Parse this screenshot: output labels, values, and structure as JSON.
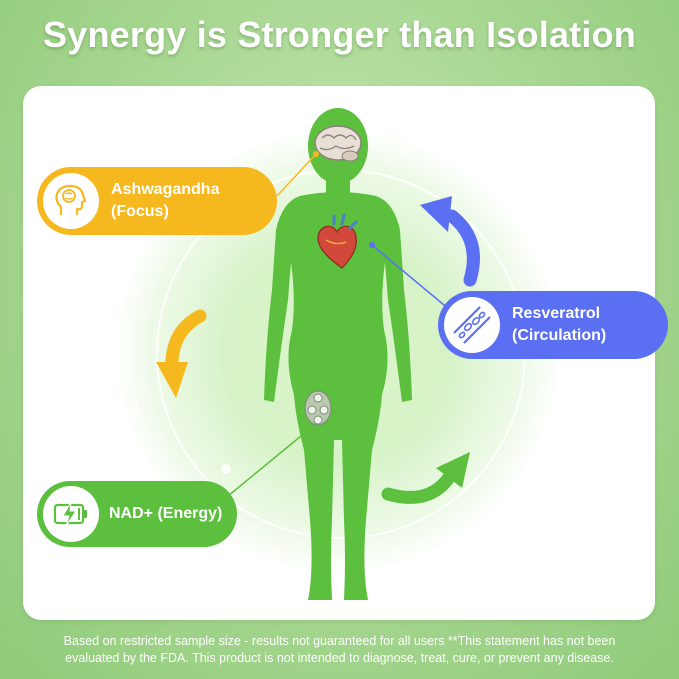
{
  "title": "Synergy is Stronger than Isolation",
  "labels": {
    "ashwagandha": {
      "line1": "Ashwagandha",
      "line2": "(Focus)",
      "color": "#f6b81f",
      "icon": "brain-head-icon"
    },
    "resveratrol": {
      "line1": "Resveratrol",
      "line2": "(Circulation)",
      "color": "#5b6ff3",
      "icon": "blood-vessel-icon"
    },
    "nad": {
      "line1": "NAD+ (Energy)",
      "color": "#5cbf3d",
      "icon": "battery-charge-icon"
    }
  },
  "figure": {
    "body_color": "#5cbf3d",
    "organs": [
      "brain-icon",
      "heart-icon",
      "cell-icon"
    ]
  },
  "arrows": {
    "colors": [
      "#5b6ff3",
      "#f6b81f",
      "#5cbf3d"
    ]
  },
  "disclaimer": {
    "line1": "Based on restricted sample size - results not guaranteed for all users **This statement has not been",
    "line2": "evaluated by the FDA. This product is not intended to diagnose, treat, cure, or prevent any disease."
  }
}
